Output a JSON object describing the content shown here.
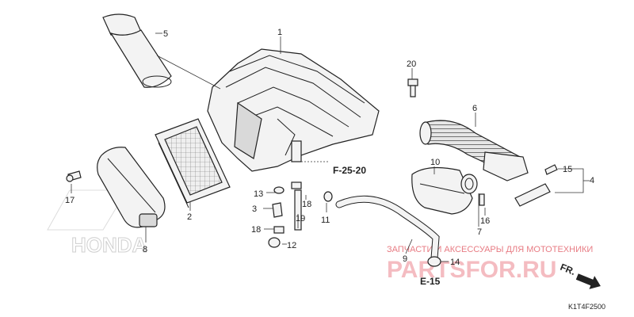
{
  "callouts": {
    "c1": "1",
    "c2": "2",
    "c3": "3",
    "c4": "4",
    "c5": "5",
    "c6": "6",
    "c7": "7",
    "c8": "8",
    "c9": "9",
    "c10": "10",
    "c11": "11",
    "c12": "12",
    "c13": "13",
    "c14": "14",
    "c15": "15",
    "c16": "16",
    "c17": "17",
    "c18a": "18",
    "c18b": "18",
    "c19": "19",
    "c20": "20"
  },
  "references": {
    "f": "F-25-20",
    "e": "E-15",
    "front": "FR."
  },
  "watermark": {
    "caption": "ЗАПЧАСТИ И АКСЕССУАРЫ ДЛЯ МОТОТЕХНИКИ",
    "logo": "PARTSFOR.RU",
    "brand": "HONDA"
  },
  "diagram_code": "K1T4F2500"
}
